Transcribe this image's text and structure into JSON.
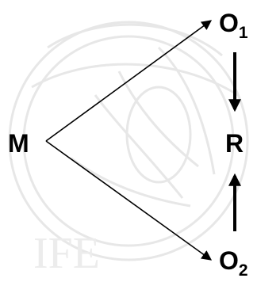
{
  "nodes": {
    "m": {
      "label": "M"
    },
    "o1": {
      "label": "O",
      "subscript": "1"
    },
    "o2": {
      "label": "O",
      "subscript": "2"
    },
    "r": {
      "label": "R"
    }
  },
  "watermark": {
    "text": "IFE"
  },
  "colors": {
    "ink": "#000000",
    "watermark": "#e7e7e7",
    "background": "#ffffff"
  }
}
